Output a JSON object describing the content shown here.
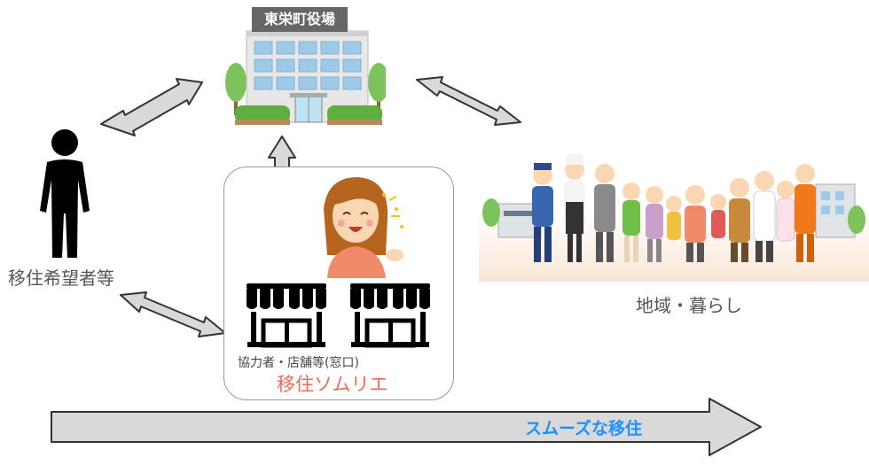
{
  "hall": {
    "name": "東栄町役場"
  },
  "applicant": {
    "label": "移住希望者等"
  },
  "community": {
    "label": "地域・暮らし"
  },
  "sommelier_box": {
    "cooperators_label": "協力者・店舗等(窓口)",
    "sommelier_label": "移住ソムリエ"
  },
  "flow": {
    "label": "スムーズな移住"
  },
  "colors": {
    "sommelier_text": "#f06a5a",
    "flow_text": "#1e90ff",
    "arrow_fill": "#d9d9d9",
    "arrow_stroke": "#333333"
  },
  "icons": [
    "city-hall-icon",
    "person-silhouette-icon",
    "sommelier-woman-icon",
    "storefront-icon",
    "community-people-icon"
  ]
}
